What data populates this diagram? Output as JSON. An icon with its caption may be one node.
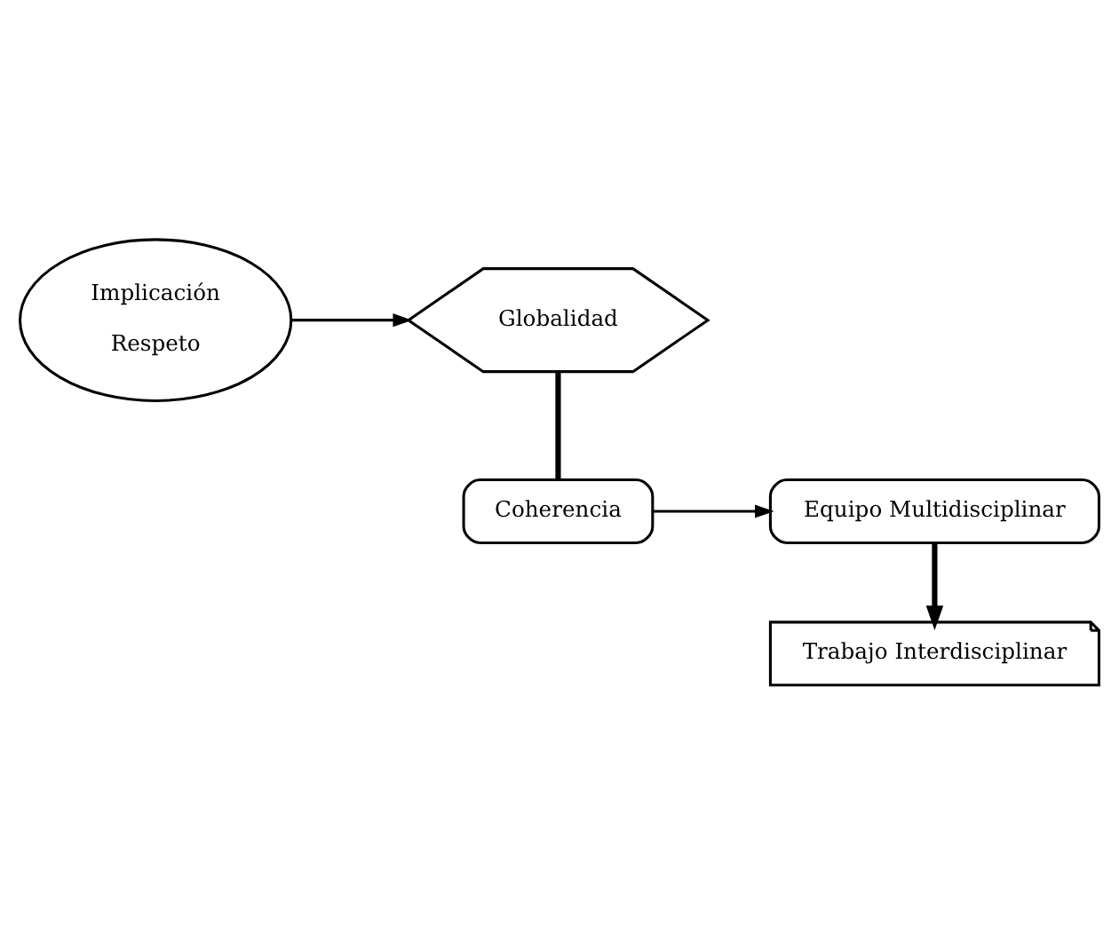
{
  "diagram": {
    "nodes": [
      {
        "text": [
          "Implicación",
          "Respeto"
        ]
      },
      {
        "text": [
          "Globalidad"
        ]
      },
      {
        "text": [
          "Coherencia"
        ]
      },
      {
        "text": [
          "Equipo Multidisciplinar"
        ]
      },
      {
        "text": [
          "Trabajo Interdisciplinar"
        ]
      }
    ],
    "edges": [
      {
        "from": 0,
        "to": 1,
        "arrow": "to"
      },
      {
        "from": 1,
        "to": 2,
        "arrow": "none",
        "style": "thick"
      },
      {
        "from": 2,
        "to": 3,
        "arrow": "to"
      },
      {
        "from": 3,
        "to": 4,
        "arrow": "to",
        "style": "thick"
      }
    ]
  }
}
